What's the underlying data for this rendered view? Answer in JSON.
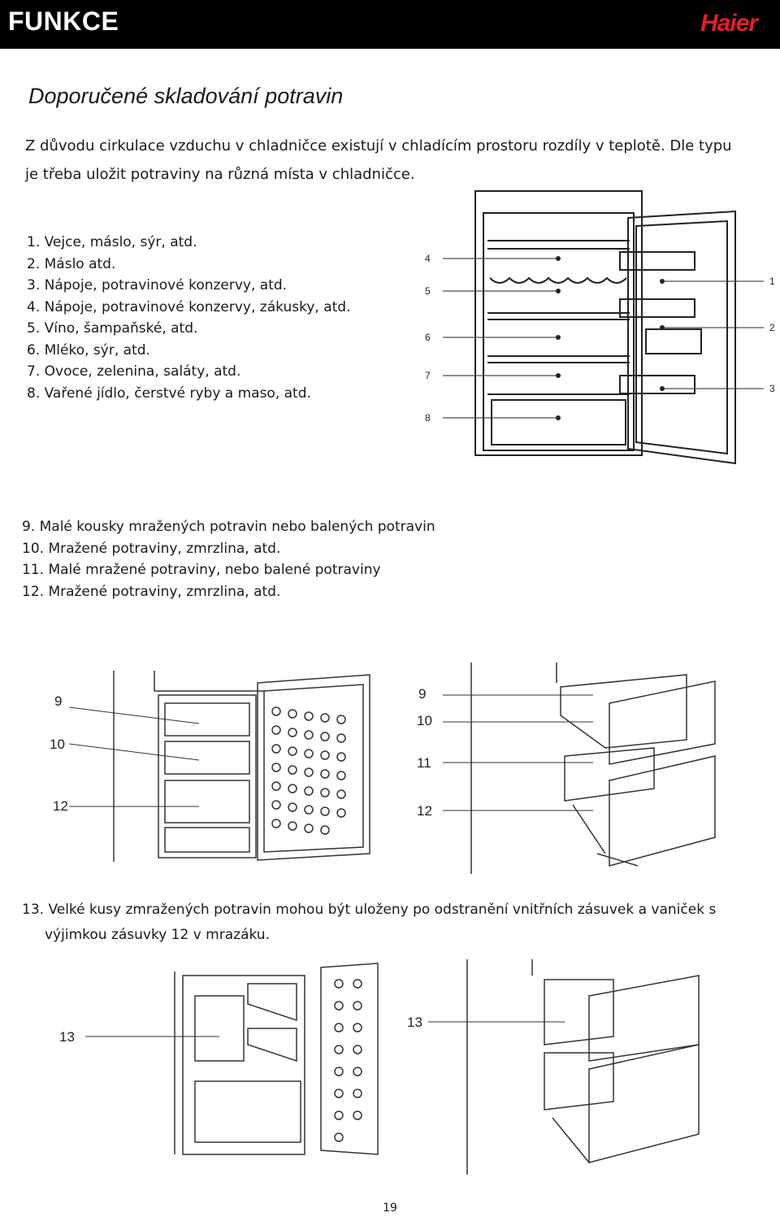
{
  "header": {
    "title": "FUNKCE",
    "brand": "Haier"
  },
  "section_title": "Doporučené skladování potravin",
  "intro": "Z důvodu cirkulace vzduchu v chladničce existují v chladícím prostoru rozdíly v teplotě. Dle typu je třeba uložit potraviny na různá místa v chladničce.",
  "fridge_list": [
    "1.  Vejce, máslo, sýr, atd.",
    "2.  Máslo atd.",
    "3.  Nápoje, potravinové konzervy, atd.",
    "4.  Nápoje, potravinové konzervy, zákusky, atd.",
    "5.  Víno, šampaňské, atd.",
    "6.  Mléko, sýr, atd.",
    "7.  Ovoce, zelenina, saláty, atd.",
    "8.  Vařené jídlo, čerstvé ryby a maso, atd."
  ],
  "freezer_list": [
    "9.  Malé kousky mražených potravin nebo balených potravin",
    "10. Mražené potraviny, zmrzlina, atd.",
    "11. Malé mražené potraviny, nebo balené potraviny",
    "12. Mražené potraviny, zmrzlina, atd."
  ],
  "note_line1": "13. Velké kusy zmražených potravin mohou být uloženy po odstranění vnitřních zásuvek a vaniček s",
  "note_line2": "výjimkou zásuvky 12 v mrazáku.",
  "fig1_labels": {
    "left": [
      "4",
      "5",
      "6",
      "7",
      "8"
    ],
    "right": [
      "1",
      "2",
      "3"
    ]
  },
  "fig2_labels": [
    "9",
    "10",
    "12"
  ],
  "fig3_labels": [
    "9",
    "10",
    "11",
    "12"
  ],
  "fig4_labels": [
    "13"
  ],
  "fig5_labels": [
    "13"
  ],
  "page_number": "19"
}
